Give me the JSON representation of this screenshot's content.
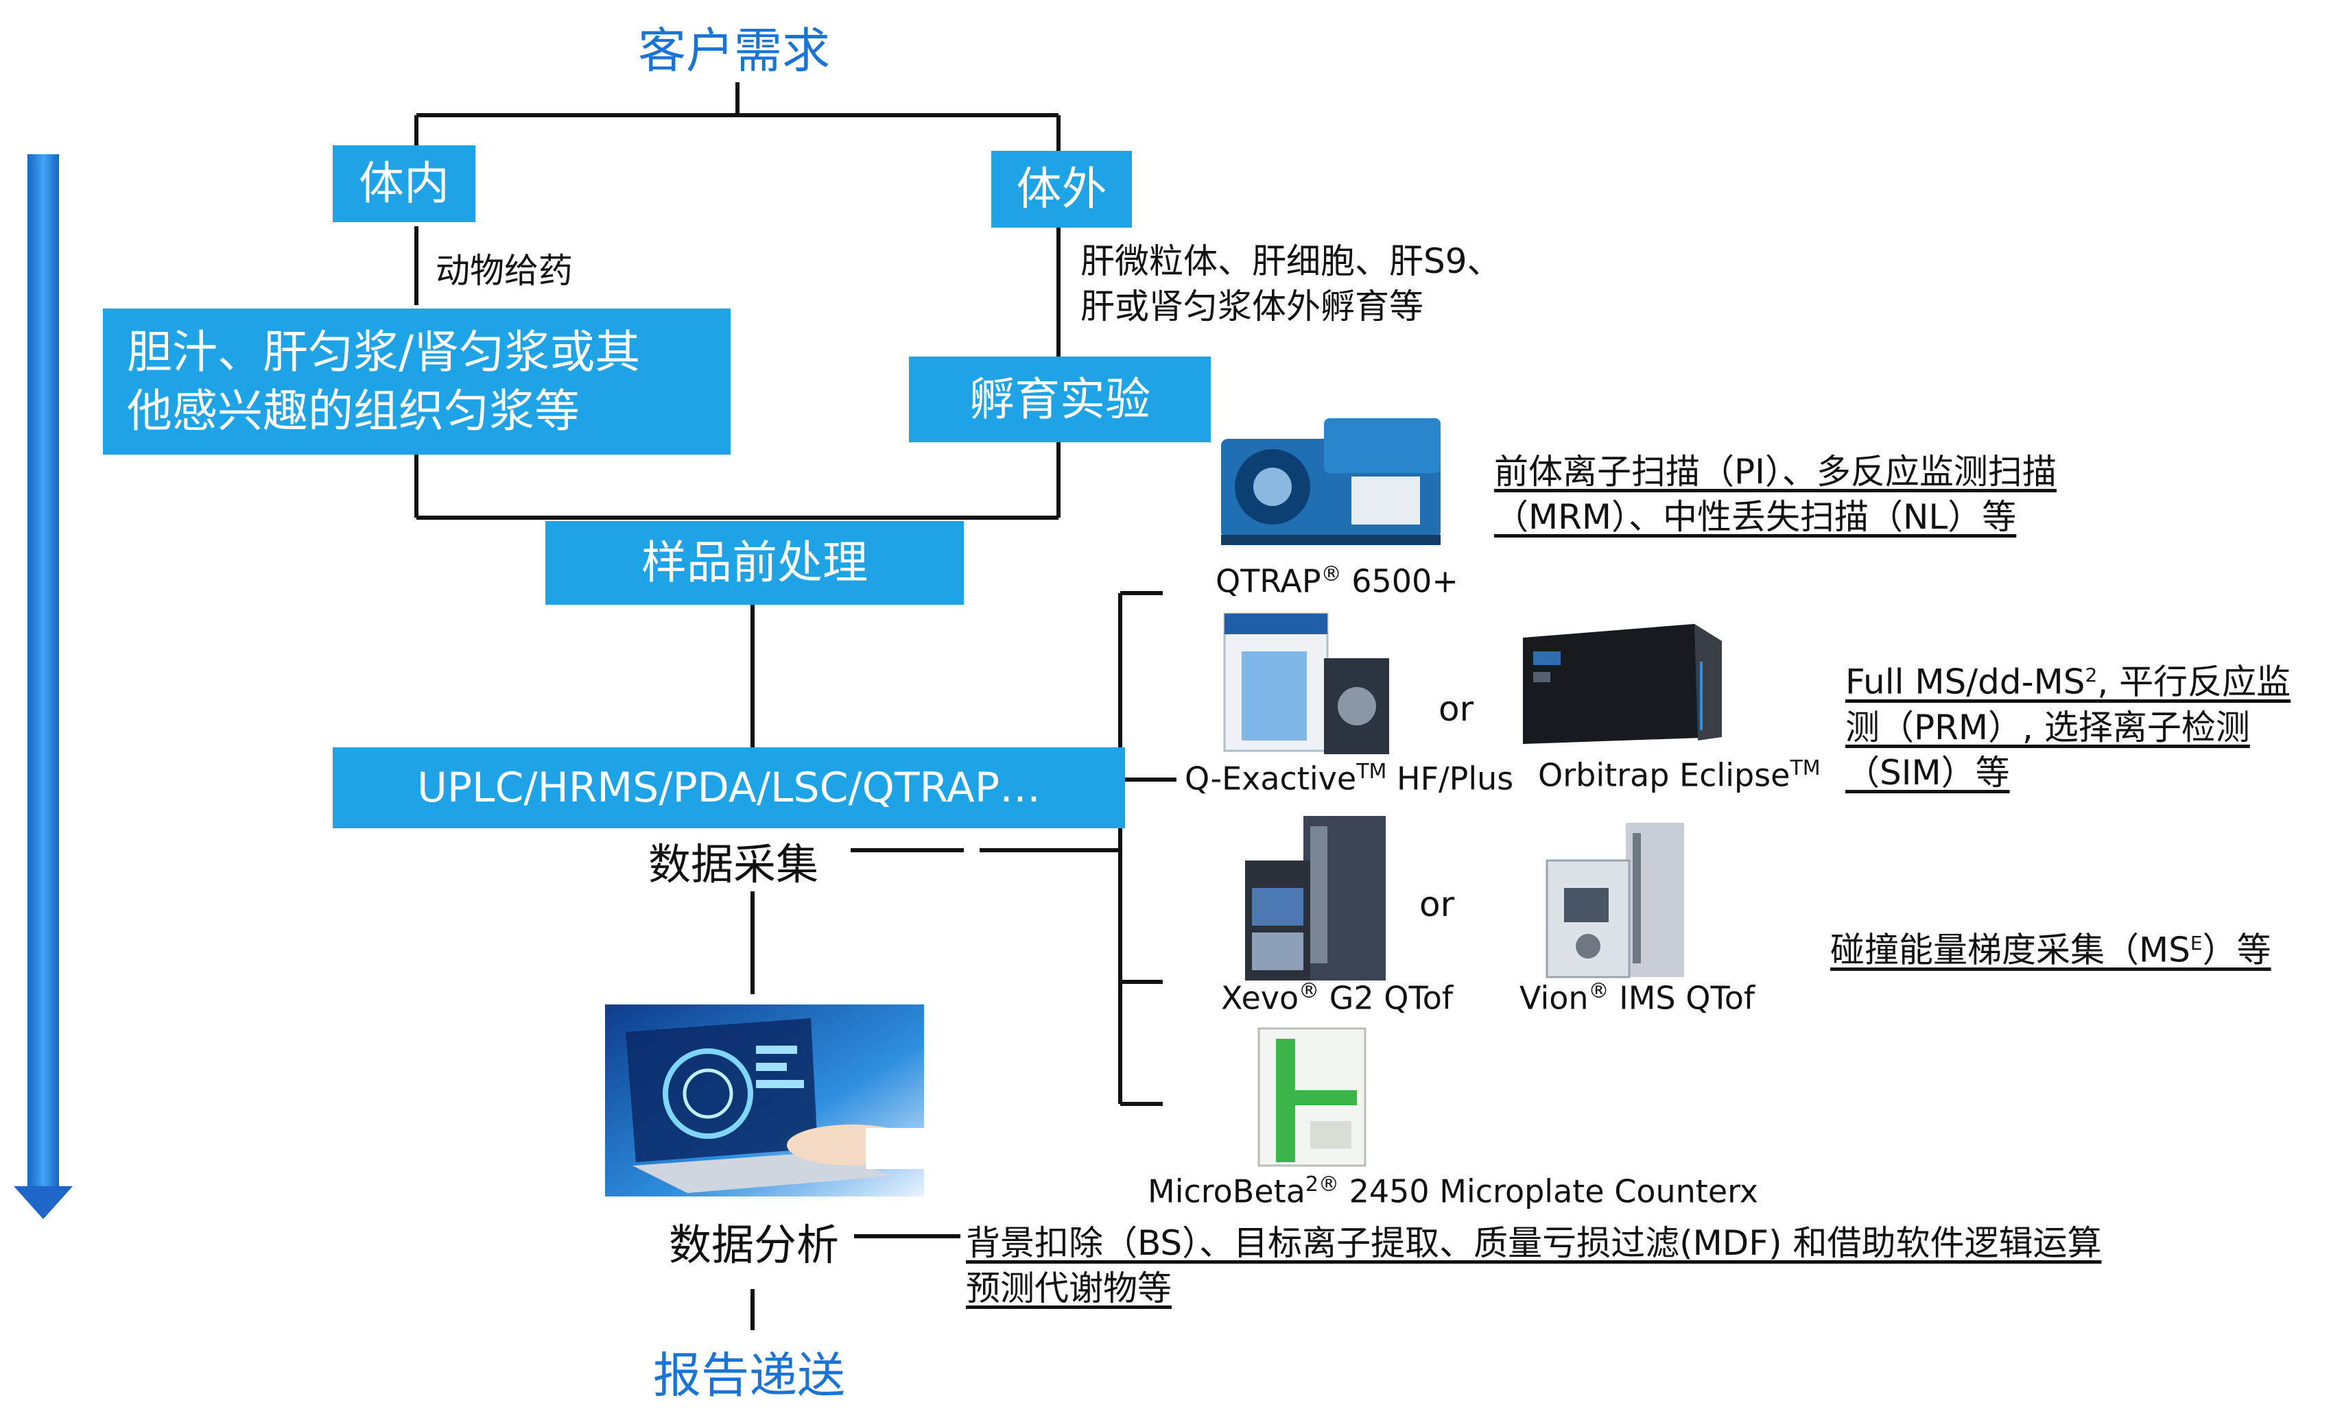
{
  "flow": {
    "start": "客户需求",
    "invivo_label": "体内",
    "invitro_label": "体外",
    "invivo_note": "动物给药",
    "invitro_note_1": "肝微粒体、肝细胞、肝S9、",
    "invitro_note_2": "肝或肾匀浆体外孵育等",
    "invivo_sample_1": "胆汁、肝匀浆/肾匀浆或其",
    "invivo_sample_2": "他感兴趣的组织匀浆等",
    "incubation": "孵育实验",
    "pretreatment": "样品前处理",
    "platform": "UPLC/HRMS/PDA/LSC/QTRAP…",
    "acquisition": "数据采集",
    "analysis": "数据分析",
    "report": "报告递送"
  },
  "instruments": {
    "qtrap": {
      "name": "QTRAP",
      "reg": "®",
      "model": " 6500+"
    },
    "qexactive": {
      "name": "Q-Exactive",
      "tm": "TM",
      "model": " HF/Plus"
    },
    "orbitrap": {
      "name": "Orbitrap Eclipse",
      "tm": "TM"
    },
    "xevo": {
      "name": "Xevo",
      "reg": "®",
      "model": " G2 QTof"
    },
    "vion": {
      "name": "Vion",
      "reg": "®",
      "model": " IMS QTof"
    },
    "microbeta": {
      "name": "MicroBeta",
      "sup": "2®",
      "model": " 2450 Microplate Counterx"
    },
    "or_1": "or",
    "or_2": "or"
  },
  "methods": {
    "qtrap_line1": "前体离子扫描（PI）、多反应监测扫描",
    "qtrap_line2": "（MRM）、中性丢失扫描（NL）等",
    "orbitrap_line1_a": "Full MS/dd-MS",
    "orbitrap_line1_sup": "2",
    "orbitrap_line1_b": ", 平行反应监",
    "orbitrap_line2": "测（PRM）, 选择离子检测",
    "orbitrap_line3": "（SIM）等",
    "qtof_a": "碰撞能量梯度采集（MS",
    "qtof_sup": "E",
    "qtof_b": "）等",
    "analysis_line1": "背景扣除（BS）、目标离子提取、质量亏损过滤(MDF) 和借助软件逻辑运算",
    "analysis_line2": "预测代谢物等"
  },
  "colors": {
    "box": "#1ea3e6",
    "title": "#1a73d6",
    "arrow": "#1e88e5",
    "line": "#111111"
  }
}
